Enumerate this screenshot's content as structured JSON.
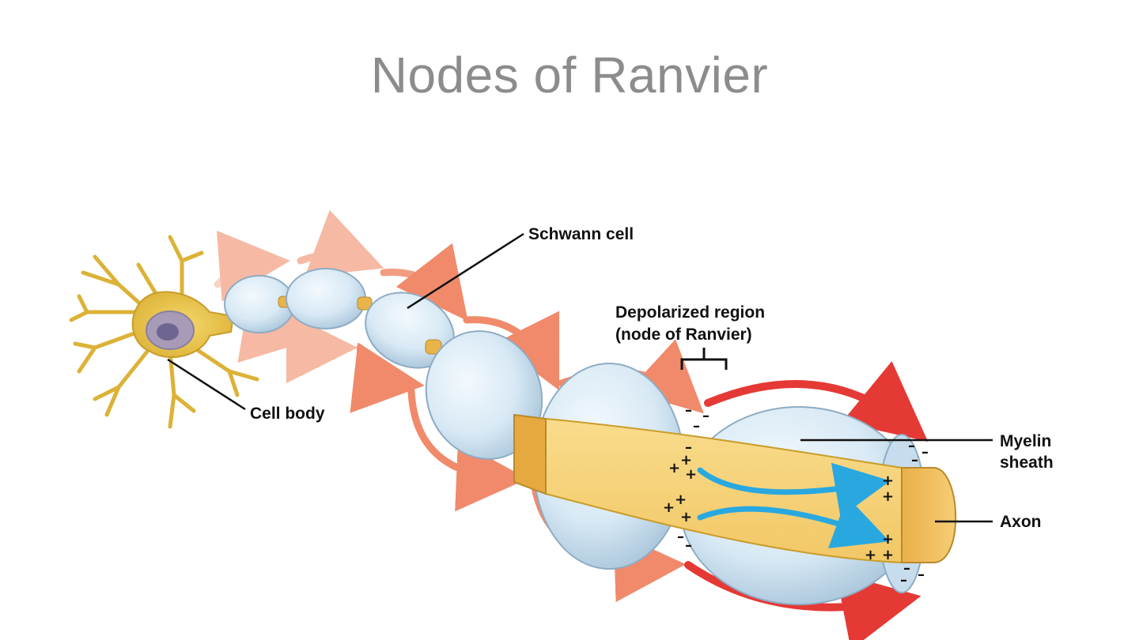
{
  "slide": {
    "title": "Nodes of Ranvier"
  },
  "labels": {
    "schwann_cell": "Schwann cell",
    "depolarized_line1": "Depolarized region",
    "depolarized_line2": "(node of Ranvier)",
    "cell_body": "Cell body",
    "myelin_line1": "Myelin",
    "myelin_line2": "sheath",
    "axon": "Axon"
  },
  "charges": {
    "plus": "+",
    "minus": "–"
  },
  "colors": {
    "title": "#8c8c8c",
    "axon": "#f7d27a",
    "myelin": "#d6e8f4",
    "cell_body": "#e8c34a",
    "current_arrow_strong": "#e53935",
    "current_arrow_faint": "#f08a6a",
    "ion_flow_arrow": "#29a8e0"
  }
}
